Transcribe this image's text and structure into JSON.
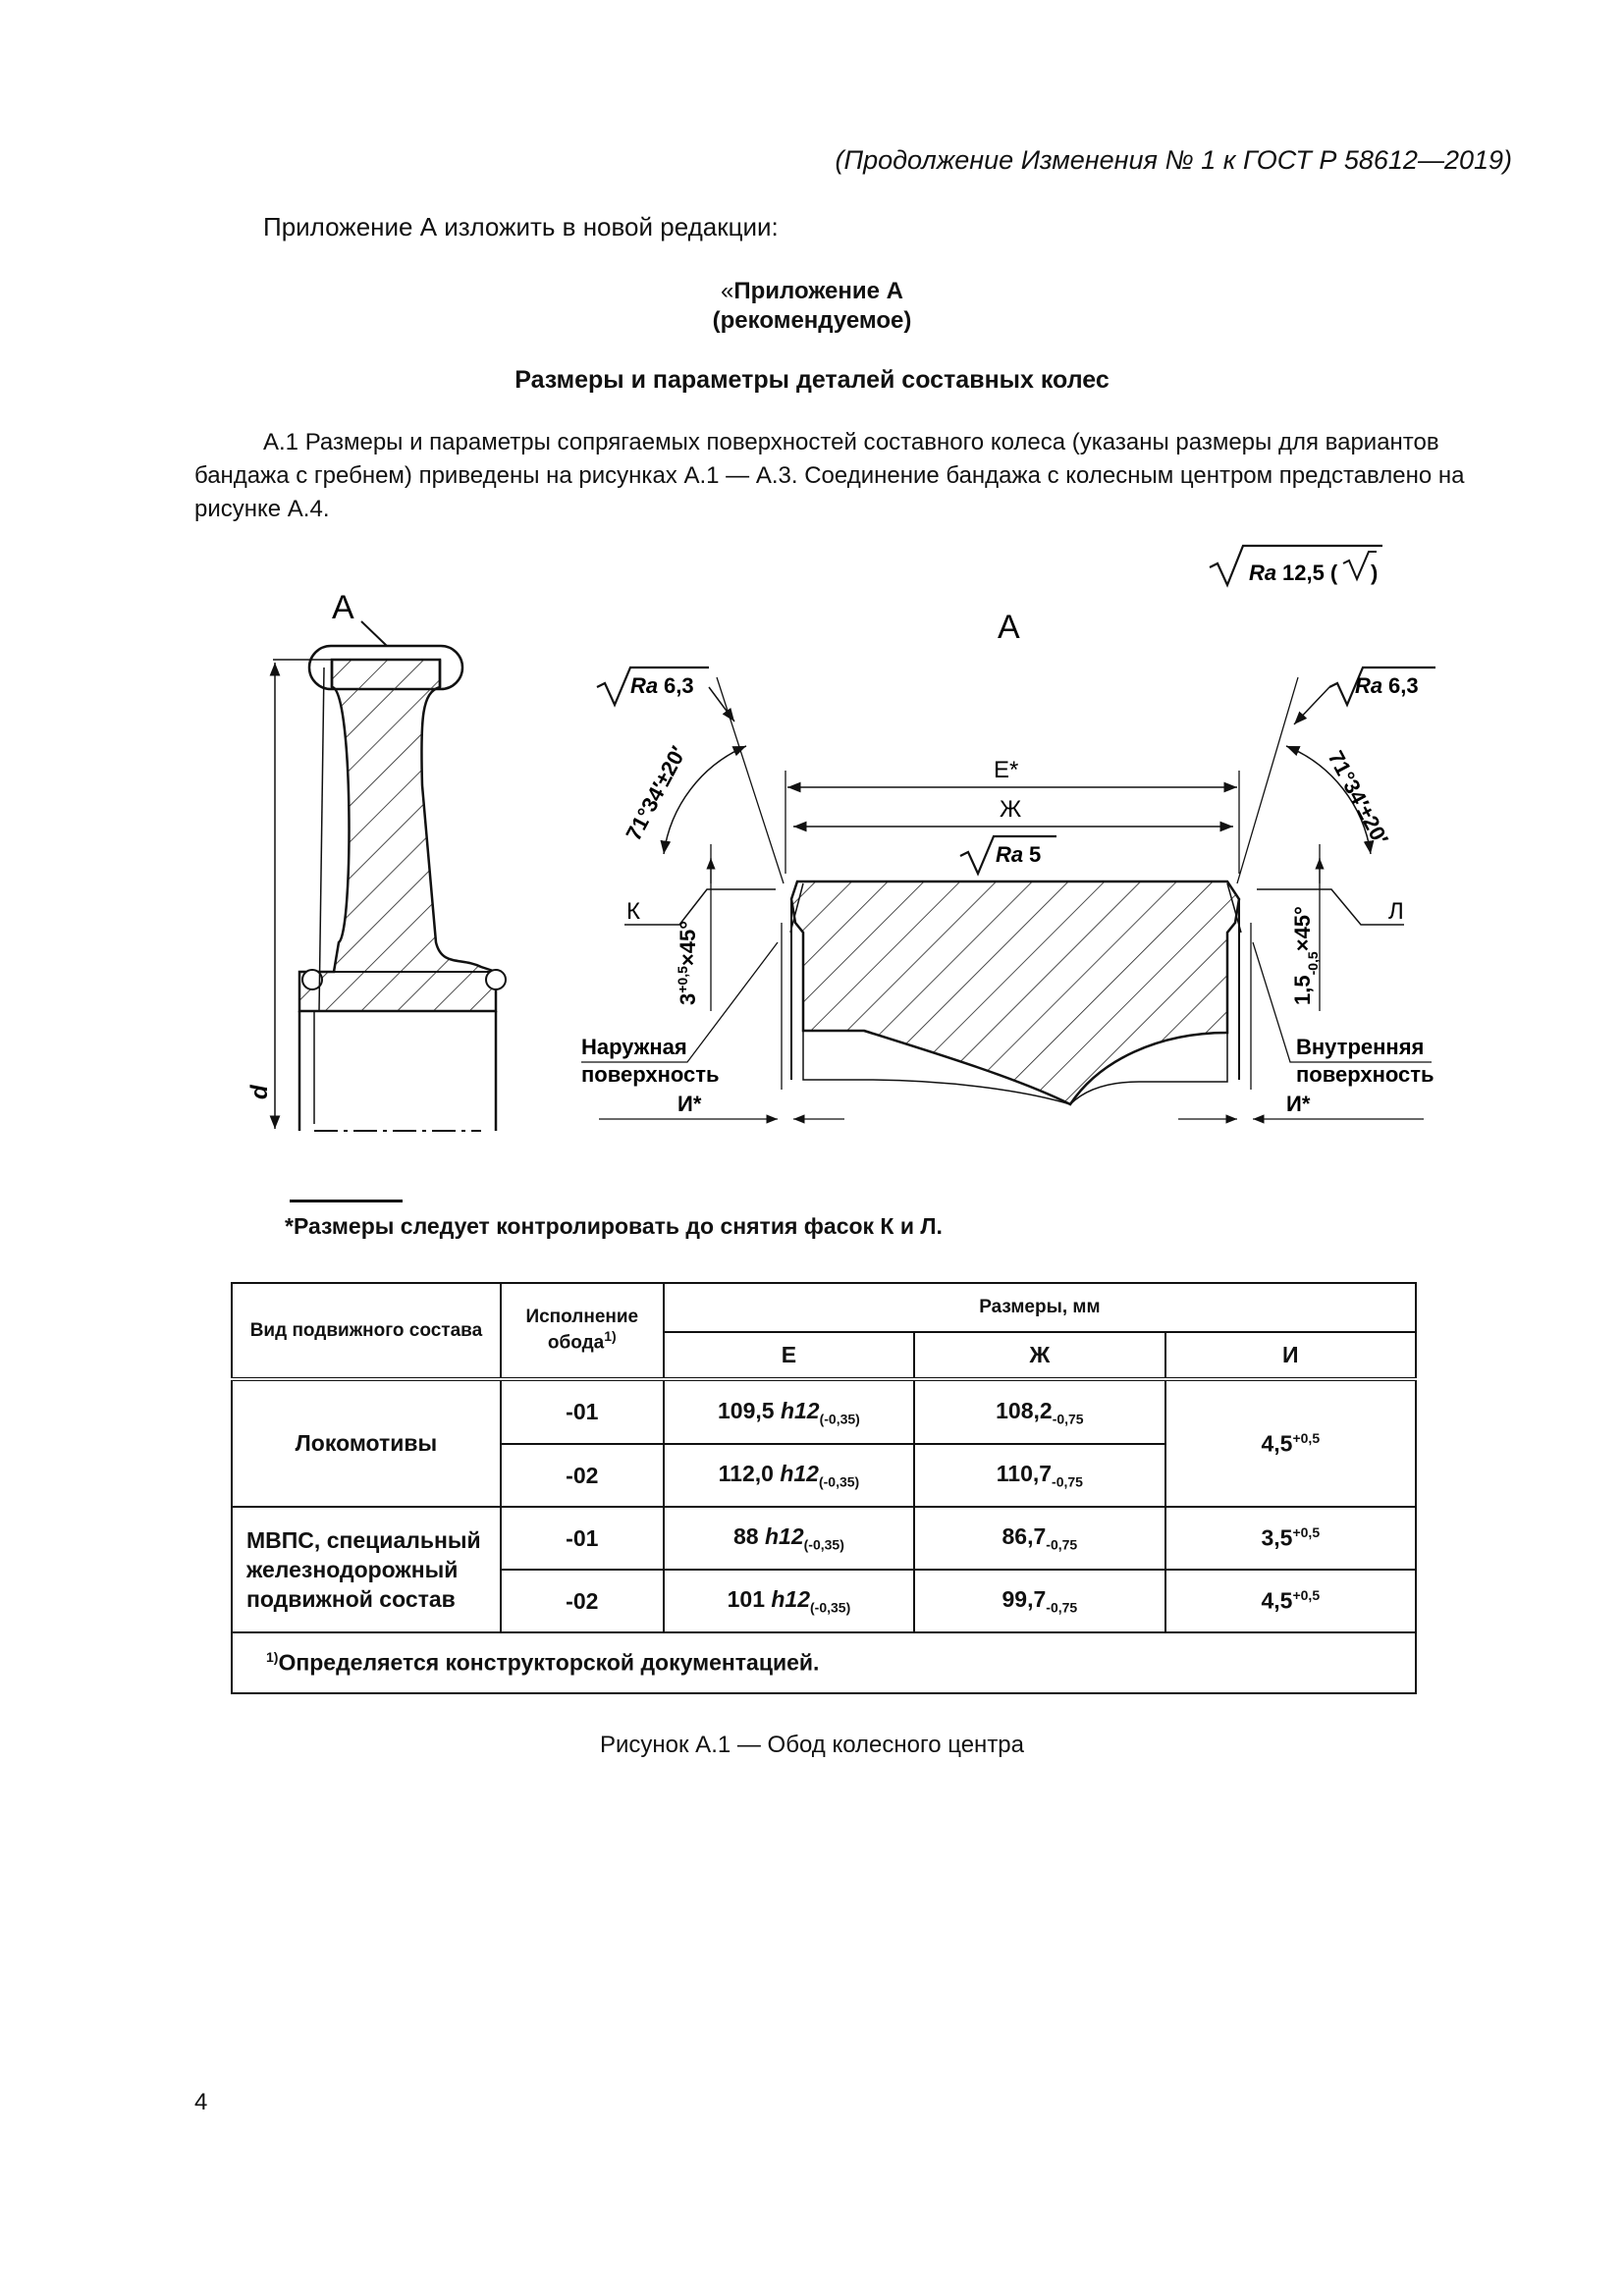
{
  "header": "(Продолжение Изменения № 1 к ГОСТ Р 58612—2019)",
  "intro": "Приложение А изложить в новой редакции:",
  "appendix": {
    "quote": "«",
    "title": "Приложение А",
    "subtitle": "(рекомендуемое)"
  },
  "section_title": "Размеры и параметры деталей составных колес",
  "paragraph_lines": [
    "А.1 Размеры и параметры сопрягаемых поверхностей составного колеса (указаны размеры для вариантов",
    "бандажа с гребнем) приведены на рисунках А.1 — А.3. Соединение бандажа с колесным центром представлено на",
    "рисунке А.4."
  ],
  "drawing": {
    "roughness_general": "Ra 12,5 (√)",
    "ra_prefix": "Ra",
    "ra_general_value": "12,5 (",
    "ra_general_close": ")",
    "view_label_left": "А",
    "view_label_detail": "А",
    "ra_left": "6,3",
    "ra_right": "6,3",
    "ra_top": "5",
    "angle_left": "71°34′±20′",
    "angle_right": "71°34′±20′",
    "dim_E": "Е*",
    "dim_Zh": "Ж",
    "label_K": "К",
    "label_L": "Л",
    "chamfer_left": "3",
    "chamfer_left_tol": "+0,5",
    "chamfer_suffix": "×45°",
    "chamfer_right": "1,5",
    "chamfer_right_tol": "-0,5",
    "outer_surface_1": "Наружная",
    "outer_surface_2": "поверхность",
    "inner_surface_1": "Внутренняя",
    "inner_surface_2": "поверхность",
    "dim_I": "И*",
    "dim_d": "d"
  },
  "footnote": "*Размеры следует контролировать до снятия фасок К и Л.",
  "table": {
    "col_vehicle": "Вид подвижного состава",
    "col_version": "Исполнение обода",
    "col_version_sup": "1)",
    "col_sizes": "Размеры, мм",
    "col_E": "Е",
    "col_Zh": "Ж",
    "col_I": "И",
    "rows": [
      {
        "vehicle": "Локомотивы",
        "version": "-01",
        "E": "109,5",
        "E_tol": "h12",
        "E_sub": "(-0,35)",
        "Zh": "108,2",
        "Zh_sub": "-0,75",
        "I": "4,5",
        "I_sup": "+0,5"
      },
      {
        "vehicle": "",
        "version": "-02",
        "E": "112,0",
        "E_tol": "h12",
        "E_sub": "(-0,35)",
        "Zh": "110,7",
        "Zh_sub": "-0,75",
        "I": "",
        "I_sup": ""
      },
      {
        "vehicle": "МВПС, специальный железнодорожный подвижной состав",
        "version": "-01",
        "E": "88",
        "E_tol": "h12",
        "E_sub": "(-0,35)",
        "Zh": "86,7",
        "Zh_sub": "-0,75",
        "I": "3,5",
        "I_sup": "+0,5"
      },
      {
        "vehicle": "",
        "version": "-02",
        "E": "101",
        "E_tol": "h12",
        "E_sub": "(-0,35)",
        "Zh": "99,7",
        "Zh_sub": "-0,75",
        "I": "4,5",
        "I_sup": "+0,5"
      }
    ],
    "note_sup": "1)",
    "note": "Определяется конструкторской документацией."
  },
  "caption": "Рисунок А.1 — Обод колесного центра",
  "page_number": "4"
}
